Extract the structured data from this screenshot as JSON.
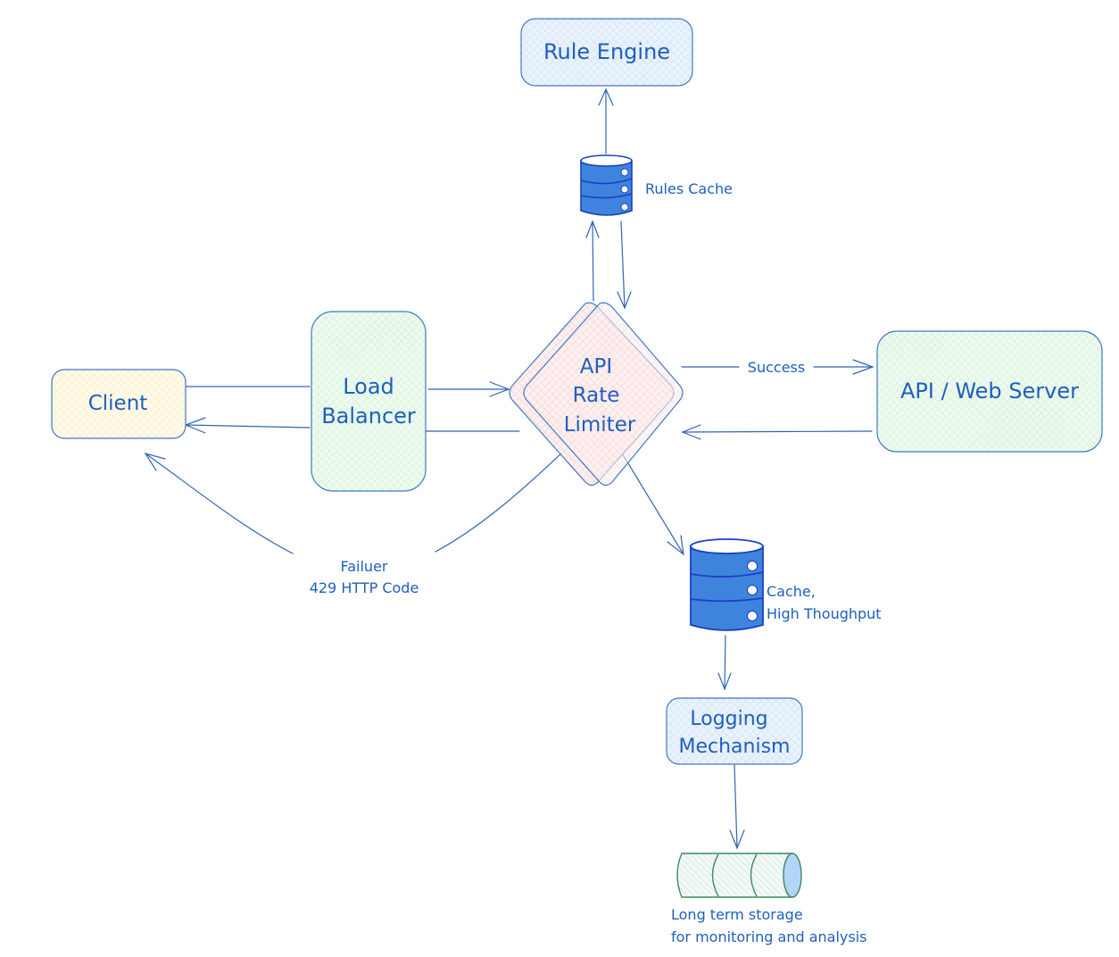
{
  "nodes": {
    "rule_engine": {
      "label": "Rule Engine",
      "fill": "#e3f0fb"
    },
    "rules_cache": {
      "label": "Rules Cache",
      "fill": "#3e84dc"
    },
    "client": {
      "label": "Client",
      "fill": "#fff6d6"
    },
    "load_balancer": {
      "label_line1": "Load",
      "label_line2": "Balancer",
      "fill": "#e4f7e6"
    },
    "rate_limiter": {
      "label_line1": "API",
      "label_line2": "Rate",
      "label_line3": "Limiter",
      "fill": "#fbe3e3"
    },
    "web_server": {
      "label": "API / Web Server",
      "fill": "#e4f7e6"
    },
    "cache": {
      "label_line1": "Cache,",
      "label_line2": "High Thoughput",
      "fill": "#3e84dc"
    },
    "logging": {
      "label_line1": "Logging",
      "label_line2": "Mechanism",
      "fill": "#e3f0fb"
    },
    "storage": {
      "label_line1": "Long term storage",
      "label_line2": "for monitoring and analysis",
      "fill": "#e6f5ec",
      "cap_fill": "#b3d6f7"
    }
  },
  "edges": {
    "success_label": "Success",
    "failure_line1": "Failuer",
    "failure_line2": "429 HTTP Code"
  },
  "colors": {
    "stroke": "#2f66b3",
    "text": "#1f5fbf",
    "db_stroke": "#1c3fc4"
  }
}
